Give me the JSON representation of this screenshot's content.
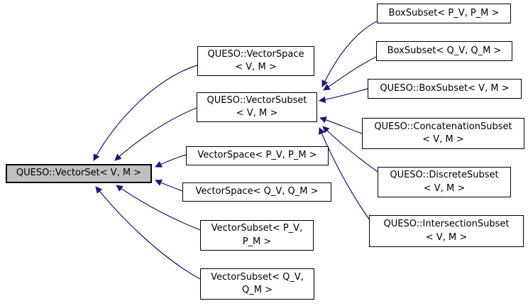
{
  "diagram": {
    "type": "inheritance-graph",
    "root_class": "QUESO::VectorSet< V, M >",
    "colors": {
      "edge": "#191970",
      "node_fill": "#ffffff",
      "node_border": "#000000",
      "highlight_fill": "#c0c0c0",
      "background": "#ffffff"
    },
    "nodes": [
      {
        "id": "queso-vectorset",
        "label": "QUESO::VectorSet< V, M >",
        "lines": [
          "QUESO::VectorSet< V, M >"
        ],
        "highlighted": true
      },
      {
        "id": "queso-vectorspace",
        "label": "QUESO::VectorSpace< V, M >",
        "lines": [
          "QUESO::VectorSpace",
          "< V, M >"
        ],
        "highlighted": false
      },
      {
        "id": "queso-vectorsubset",
        "label": "QUESO::VectorSubset< V, M >",
        "lines": [
          "QUESO::VectorSubset",
          "< V, M >"
        ],
        "highlighted": false
      },
      {
        "id": "vectorspace-pv-pm",
        "label": "VectorSpace< P_V, P_M >",
        "lines": [
          "VectorSpace< P_V, P_M >"
        ],
        "highlighted": false
      },
      {
        "id": "vectorspace-qv-qm",
        "label": "VectorSpace< Q_V, Q_M >",
        "lines": [
          "VectorSpace< Q_V, Q_M >"
        ],
        "highlighted": false
      },
      {
        "id": "vectorsubset-pv-pm",
        "label": "VectorSubset< P_V, P_M >",
        "lines": [
          "VectorSubset< P_V,",
          "P_M >"
        ],
        "highlighted": false
      },
      {
        "id": "vectorsubset-qv-qm",
        "label": "VectorSubset< Q_V, Q_M >",
        "lines": [
          "VectorSubset< Q_V,",
          "Q_M >"
        ],
        "highlighted": false
      },
      {
        "id": "boxsubset-pv-pm",
        "label": "BoxSubset< P_V, P_M >",
        "lines": [
          "BoxSubset< P_V, P_M >"
        ],
        "highlighted": false
      },
      {
        "id": "boxsubset-qv-qm",
        "label": "BoxSubset< Q_V, Q_M >",
        "lines": [
          "BoxSubset< Q_V, Q_M >"
        ],
        "highlighted": false
      },
      {
        "id": "queso-boxsubset",
        "label": "QUESO::BoxSubset< V, M >",
        "lines": [
          "QUESO::BoxSubset< V, M >"
        ],
        "highlighted": false
      },
      {
        "id": "queso-concatenationsubset",
        "label": "QUESO::ConcatenationSubset< V, M >",
        "lines": [
          "QUESO::ConcatenationSubset",
          "< V, M >"
        ],
        "highlighted": false
      },
      {
        "id": "queso-discretesubset",
        "label": "QUESO::DiscreteSubset< V, M >",
        "lines": [
          "QUESO::DiscreteSubset",
          "< V, M >"
        ],
        "highlighted": false
      },
      {
        "id": "queso-intersectionsubset",
        "label": "QUESO::IntersectionSubset< V, M >",
        "lines": [
          "QUESO::IntersectionSubset",
          "< V, M >"
        ],
        "highlighted": false
      }
    ],
    "edges": [
      {
        "from": "queso-vectorspace",
        "to": "queso-vectorset"
      },
      {
        "from": "queso-vectorsubset",
        "to": "queso-vectorset"
      },
      {
        "from": "vectorspace-pv-pm",
        "to": "queso-vectorset"
      },
      {
        "from": "vectorspace-qv-qm",
        "to": "queso-vectorset"
      },
      {
        "from": "vectorsubset-pv-pm",
        "to": "queso-vectorset"
      },
      {
        "from": "vectorsubset-qv-qm",
        "to": "queso-vectorset"
      },
      {
        "from": "boxsubset-pv-pm",
        "to": "queso-vectorsubset"
      },
      {
        "from": "boxsubset-qv-qm",
        "to": "queso-vectorsubset"
      },
      {
        "from": "queso-boxsubset",
        "to": "queso-vectorsubset"
      },
      {
        "from": "queso-concatenationsubset",
        "to": "queso-vectorsubset"
      },
      {
        "from": "queso-discretesubset",
        "to": "queso-vectorsubset"
      },
      {
        "from": "queso-intersectionsubset",
        "to": "queso-vectorsubset"
      }
    ]
  }
}
